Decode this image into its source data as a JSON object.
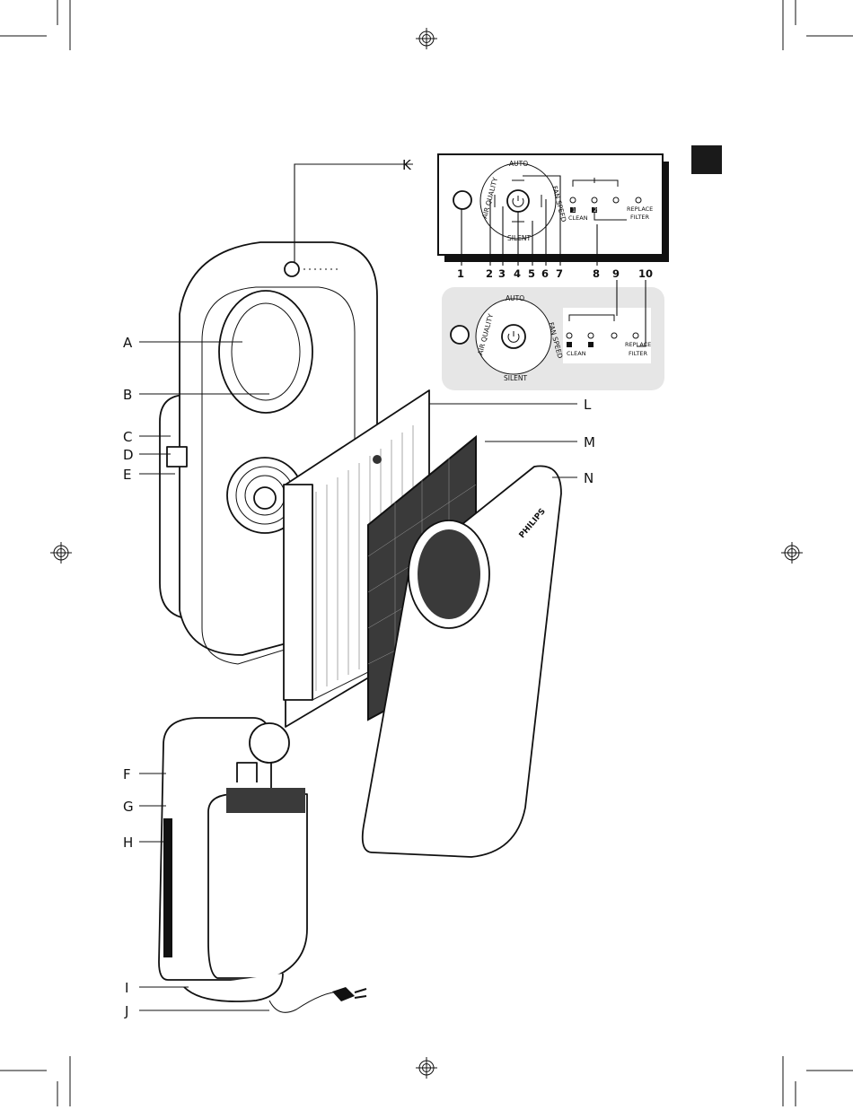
{
  "callouts": {
    "A": "A",
    "B": "B",
    "C": "C",
    "D": "D",
    "E": "E",
    "F": "F",
    "G": "G",
    "H": "H",
    "I": "I",
    "J": "J",
    "K": "K",
    "L": "L",
    "M": "M",
    "N": "N"
  },
  "control_numbers": [
    "1",
    "2",
    "3",
    "4",
    "5",
    "6",
    "7",
    "8",
    "9",
    "10"
  ],
  "panel": {
    "auto": "AUTO",
    "silent": "SILENT",
    "air_quality": "AIR QUALITY",
    "fan_speed": "FAN SPEED",
    "clean": "CLEAN",
    "replace": "REPLACE",
    "filter": "FILTER",
    "badge_1": "1",
    "badge_2": "2"
  },
  "brand": "PHILIPS",
  "colors": {
    "ink": "#111111",
    "panel_gray": "#e6e6e6",
    "language_tab": "#1a1a1a"
  }
}
